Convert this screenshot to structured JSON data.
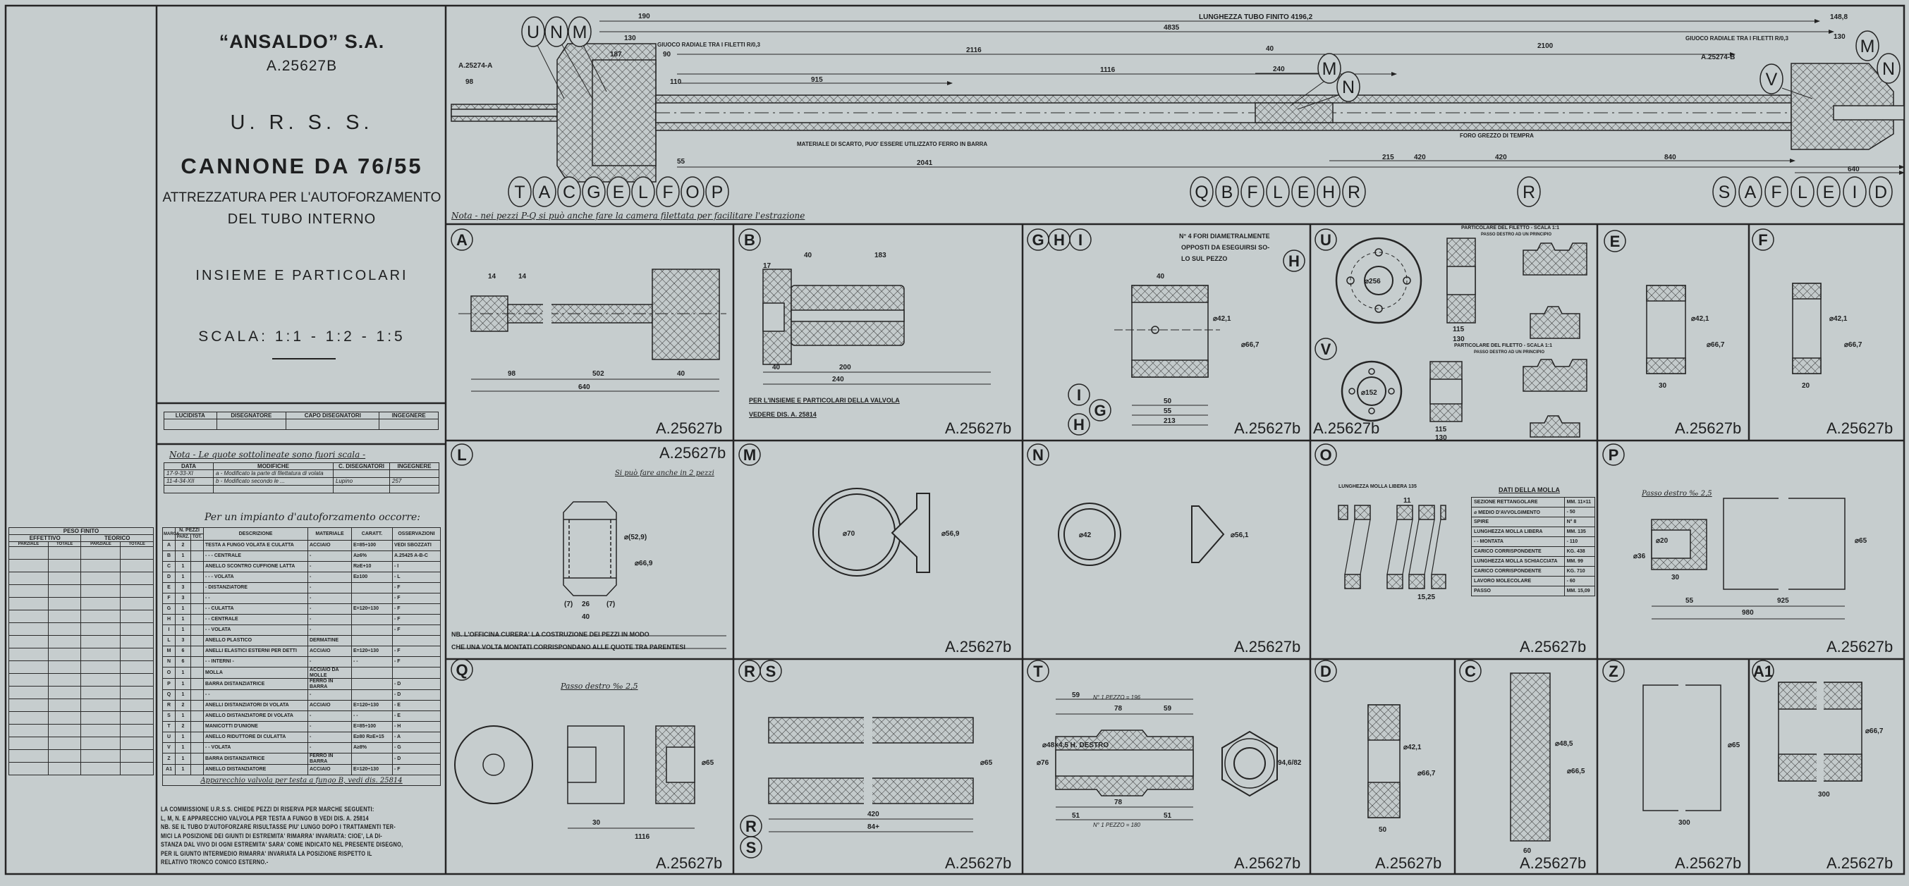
{
  "title_block": {
    "company": "“ANSALDO” S.A.",
    "drawing_number": "A.25627b",
    "country": "U. R. S. S.",
    "title": "CANNONE DA 76/55",
    "subtitle_1": "ATTREZZATURA PER L'AUTOFORZAMENTO",
    "subtitle_2": "DEL TUBO INTERNO",
    "content": "INSIEME E PARTICOLARI",
    "scale": "SCALA: 1:1 - 1:2 - 1:5"
  },
  "signatures": {
    "headers": [
      "LUCIDISTA",
      "DISEGNATORE",
      "CAPO DISEGNATORI",
      "INGEGNERE"
    ]
  },
  "note_scale": "Nota - Le quote sottolineate sono fuori scala -",
  "modifications": {
    "headers": [
      "DATA",
      "MODIFICHE",
      "C. DISEGNATORI",
      "INGEGNERE"
    ],
    "rows": [
      [
        "17-9-33-XI",
        "a - Modificato la parte di filettatura di volata",
        "",
        ""
      ],
      [
        "11-4-34-XII",
        "b - Modificato secondo le ...",
        "Lupino",
        "257"
      ]
    ]
  },
  "parts_intro": "Per un impianto d'autoforzamento occorre:",
  "parts": {
    "headers": {
      "marca": "MARCA",
      "n_pezzi": "N. PEZZI",
      "parz": "PARZ.",
      "tot": "TOT.",
      "descrizione": "DESCRIZIONE",
      "materiale": "MATERIALE",
      "caratt": "CARATT.",
      "osservazioni": "OSSERVAZIONI"
    },
    "rows": [
      [
        "A",
        "2",
        "",
        "TESTA A FUNGO VOLATA E CULATTA",
        "ACCIAIO",
        "E=85÷100",
        "VEDI SBOZZATI"
      ],
      [
        "B",
        "1",
        "",
        "- - - CENTRALE",
        "-",
        "A≥6%",
        "A.25425 a-b-c"
      ],
      [
        "C",
        "1",
        "",
        "ANELLO SCONTRO CUFFIONE LATTA",
        "-",
        "R≥E+10",
        "- I"
      ],
      [
        "D",
        "1",
        "",
        "- - - VOLATA",
        "-",
        "E≥100",
        "- L"
      ],
      [
        "E",
        "3",
        "",
        "- DISTANZIATORE",
        "-",
        "",
        "- F"
      ],
      [
        "F",
        "3",
        "",
        "- -",
        "-",
        "",
        "- F"
      ],
      [
        "G",
        "1",
        "",
        "- - CULATTA",
        "-",
        "E=120÷130",
        "- F"
      ],
      [
        "H",
        "1",
        "",
        "- - CENTRALE",
        "-",
        "",
        "- F"
      ],
      [
        "I",
        "1",
        "",
        "- - VOLATA",
        "-",
        "",
        "- F"
      ],
      [
        "L",
        "3",
        "",
        "ANELLO PLASTICO",
        "DERMATINE",
        "",
        ""
      ],
      [
        "M",
        "6",
        "",
        "ANELLI ELASTICI ESTERNI PER DETTI",
        "ACCIAIO",
        "E=120÷130",
        "- F"
      ],
      [
        "N",
        "6",
        "",
        "- - INTERNI -",
        "-",
        "- -",
        "- F"
      ],
      [
        "O",
        "1",
        "",
        "MOLLA",
        "ACCIAIO DA MOLLE",
        "",
        ""
      ],
      [
        "P",
        "1",
        "",
        "BARRA DISTANZIATRICE",
        "FERRO IN BARRA",
        "",
        "- D"
      ],
      [
        "Q",
        "1",
        "",
        "- -",
        "-",
        "",
        "- D"
      ],
      [
        "R",
        "2",
        "",
        "ANELLI DISTANZIATORI DI VOLATA",
        "ACCIAIO",
        "E=120÷130",
        "- E"
      ],
      [
        "S",
        "1",
        "",
        "ANELLO DISTANZIATORE DI VOLATA",
        "-",
        "- -",
        "- E"
      ],
      [
        "T",
        "2",
        "",
        "MANICOTTI D'UNIONE",
        "-",
        "E=85÷100",
        "- H"
      ],
      [
        "U",
        "1",
        "",
        "ANELLO RIDUTTORE DI CULATTA",
        "-",
        "E≥80 R≥E+15",
        "- A"
      ],
      [
        "V",
        "1",
        "",
        "- - VOLATA",
        "-",
        "A≥8%",
        "- G"
      ],
      [
        "Z",
        "1",
        "",
        "BARRA DISTANZIATRICE",
        "FERRO IN BARRA",
        "",
        "- D"
      ],
      [
        "A1",
        "1",
        "",
        "ANELLO DISTANZIATORE",
        "ACCIAIO",
        "E=120÷130",
        "- F"
      ]
    ],
    "footer": "Apparecchio valvola per testa a fungo B, vedi dis. 25814"
  },
  "commission_notes": [
    "LA COMMISSIONE U.R.S.S. CHIEDE PEZZI DI RISERVA PER MARCHE SEGUENTI:",
    "L, M, N. E APPARECCHIO VALVOLA PER TESTA A FUNGO B VEDI DIS. A. 25814",
    "NB. SE IL TUBO D'AUTOFORZARE RISULTASSE PIU' LUNGO DOPO I TRATTAMENTI TER-",
    "MICI LA POSIZIONE DEI GIUNTI DI ESTREMITA' RIMARRA' INVARIATA: CIOE', LA DI-",
    "STANZA DAL VIVO DI OGNI ESTREMITA' SARA' COME INDICATO NEL PRESENTE DISEGNO,",
    "PER IL GIUNTO INTERMEDIO RIMARRA' INVARIATA LA POSIZIONE RISPETTO IL",
    "RELATIVO TRONCO CONICO ESTERNO.-"
  ],
  "weight_table": {
    "title": "PESO FINITO",
    "groups": [
      "EFFETTIVO",
      "TEORICO"
    ],
    "columns": [
      "PARZIALE",
      "TOTALE",
      "PARZIALE",
      "TOTALE"
    ]
  },
  "assembly": {
    "tube_length": "LUNGHEZZA TUBO FINITO 4196,2",
    "dims": {
      "d190": "190",
      "d130": "130",
      "d187": "187",
      "d90": "90",
      "d4835": "4835",
      "d2116": "2116",
      "d1116": "1116",
      "d915": "915",
      "d98": "98",
      "d110": "110",
      "d55": "55",
      "d2041": "2041",
      "d240": "240",
      "d40": "40",
      "d2100": "2100",
      "d420a": "420",
      "d420b": "420",
      "d840": "840",
      "d215": "215",
      "d148": "148,8",
      "d130r": "130",
      "d640": "640"
    },
    "ref_left": "A.25274-A",
    "ref_right": "A.25274-B",
    "gap_note_left": "GIUOCO RADIALE TRA I FILETTI R/0,3",
    "gap_note_right": "GIUOCO RADIALE TRA I FILETTI R/0,3",
    "scrap_note": "MATERIALE DI SCARTO, PUO' ESSERE UTILIZZATO FERRO IN BARRA",
    "bore_note": "FORO GREZZO DI TEMPRA",
    "bottom_note": "Nota - nei pezzi P-Q si può anche fare la camera filettata per facilitare l'estrazione",
    "balloons_top_left": [
      "U",
      "N",
      "M"
    ],
    "balloons_bottom_left": [
      "T",
      "A",
      "C",
      "G",
      "E",
      "L",
      "F",
      "O",
      "P"
    ],
    "balloons_mid": [
      "Q",
      "B",
      "F",
      "L",
      "E",
      "H",
      "R"
    ],
    "balloons_mid_top": [
      "M",
      "N"
    ],
    "balloon_r": "R",
    "balloons_right": [
      "S",
      "A",
      "F",
      "L",
      "E",
      "I",
      "D"
    ],
    "balloons_right_top": [
      "V",
      "M",
      "N"
    ]
  },
  "panels": {
    "dwg_no": "A.25627b",
    "A": {
      "label": "A",
      "dims": [
        "14",
        "14",
        "98",
        "502",
        "40",
        "640"
      ]
    },
    "B": {
      "label": "B",
      "dims": [
        "17",
        "40",
        "183",
        "40",
        "200",
        "240"
      ],
      "note_1": "PER L'INSIEME E PARTICOLARI DELLA VALVOLA",
      "note_2": "VEDERE DIS. A. 25814"
    },
    "GHI": {
      "labels": [
        "G",
        "H",
        "I"
      ],
      "note_1": "N° 4 FORI DIAMETRALMENTE",
      "note_2": "OPPOSTI DA ESEGUIRSI SO-",
      "note_3": "LO SUL PEZZO",
      "note_ref": "H",
      "dims": [
        "40",
        "50",
        "55",
        "213",
        "⌀42,1",
        "⌀66,7"
      ],
      "bottom_labels": [
        "I",
        "G",
        "H"
      ]
    },
    "UV": {
      "labels": [
        "U",
        "V"
      ],
      "thread_note": "PARTICOLARE DEL FILETTO - SCALA 1:1",
      "thread_sub": "PASSO DESTRO AD UN PRINCIPIO",
      "dims": [
        "115",
        "130",
        "115",
        "130",
        "⌀256",
        "⌀152"
      ]
    },
    "E": {
      "label": "E",
      "dims": [
        "30",
        "⌀42,1",
        "⌀66,7"
      ]
    },
    "F": {
      "label": "F",
      "dims": [
        "20",
        "⌀42,1",
        "⌀66,7"
      ]
    },
    "L": {
      "label": "L",
      "hand_note": "Si può fare anche in 2 pezzi",
      "dims": [
        "(7)",
        "26",
        "(7)",
        "40",
        "⌀66,9",
        "⌀(52,9)"
      ],
      "note_1": "NB. L'OFFICINA CURERA' LA COSTRUZIONE DEI PEZZI IN MODO",
      "note_2": "CHE UNA VOLTA MONTATI CORRISPONDANO ALLE QUOTE TRA PARENTESI"
    },
    "M": {
      "label": "M",
      "dims": [
        "⌀70",
        "⌀56,9"
      ]
    },
    "N": {
      "label": "N",
      "dims": [
        "⌀42",
        "⌀56,1"
      ]
    },
    "O": {
      "label": "O",
      "free_length": "LUNGHEZZA MOLLA LIBERA 135",
      "dims": [
        "11",
        "15,25"
      ],
      "table_title": "DATI DELLA MOLLA",
      "table": [
        [
          "SEZIONE RETTANGOLARE",
          "MM. 11×11"
        ],
        [
          "⌀ MEDIO D'AVVOLGIMENTO",
          "- 50"
        ],
        [
          "SPIRE",
          "N° 8"
        ],
        [
          "LUNGHEZZA MOLLA LIBERA",
          "MM. 135"
        ],
        [
          "- - MONTATA",
          "- 110"
        ],
        [
          "CARICO CORRISPONDENTE",
          "KG. 438"
        ],
        [
          "LUNGHEZZA MOLLA SCHIACCIATA",
          "MM. 99"
        ],
        [
          "CARICO CORRISPONDENTE",
          "KG. 710"
        ],
        [
          "LAVORO MOLECOLARE",
          "- 60"
        ],
        [
          "PASSO",
          "MM. 15,09"
        ]
      ]
    },
    "P": {
      "label": "P",
      "hand_note": "Passo destro ‰ 2,5",
      "dims": [
        "30",
        "55",
        "925",
        "980",
        "⌀36",
        "⌀20",
        "⌀65"
      ]
    },
    "Q": {
      "label": "Q",
      "hand_note": "Passo destro ‰ 2,5",
      "dims": [
        "30",
        "1116",
        "⌀65"
      ]
    },
    "RS": {
      "labels": [
        "R",
        "S"
      ],
      "dims": [
        "420",
        "84+",
        "⌀65"
      ],
      "bottom_labels": [
        "R",
        "S"
      ]
    },
    "T": {
      "label": "T",
      "top_length": "N° 1 PEZZO = 196",
      "bottom_length": "N° 1 PEZZO = 180",
      "dims": [
        "59",
        "78",
        "59",
        "51",
        "78",
        "51",
        "⌀76",
        "⌀48×4,5 H. DESTRO",
        "94,6/82"
      ]
    },
    "D": {
      "label": "D",
      "dims": [
        "50",
        "⌀42,1",
        "⌀66,7"
      ]
    },
    "C": {
      "label": "C",
      "dims": [
        "60",
        "⌀48,5",
        "⌀66,5"
      ]
    },
    "Z": {
      "label": "Z",
      "dims": [
        "300",
        "⌀65"
      ]
    },
    "A1": {
      "label": "A1",
      "dims": [
        "300",
        "⌀66,7"
      ]
    }
  },
  "colors": {
    "paper": "#c6cdce",
    "ink": "#1e1f20"
  }
}
